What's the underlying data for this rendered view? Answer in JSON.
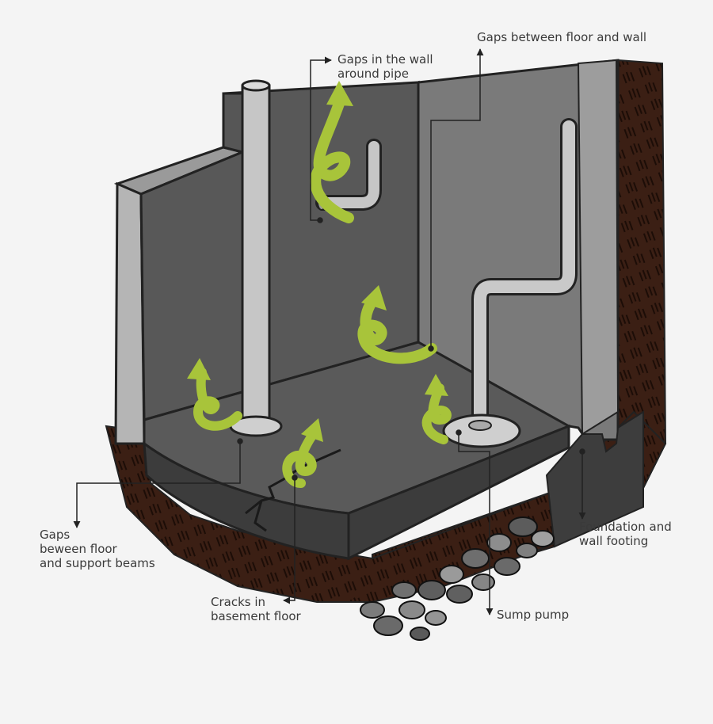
{
  "labels": {
    "gaps_floor_wall": "Gaps between floor and wall",
    "gaps_wall_pipe": "Gaps in the wall\naround pipe",
    "gaps_support_beams": "Gaps\nbeween floor\nand support beams",
    "cracks_floor": "Cracks in\nbasement floor",
    "sump_pump": "Sump pump",
    "foundation": "Foundation and\nwall footing"
  },
  "colors": {
    "background": "#f4f4f4",
    "soil": "#3b1f14",
    "wall_dark": "#5a5a5a",
    "wall_mid": "#6e6e6e",
    "wall_light": "#8c8c8c",
    "slab_top": "#5c5c5c",
    "slab_side": "#3e3e3e",
    "pipe": "#c9c9c9",
    "radon_arrow": "#a8c43a",
    "outline": "#222222"
  },
  "icons": [
    "radon-arrow-icon",
    "pipe-icon",
    "gravel-icon"
  ]
}
